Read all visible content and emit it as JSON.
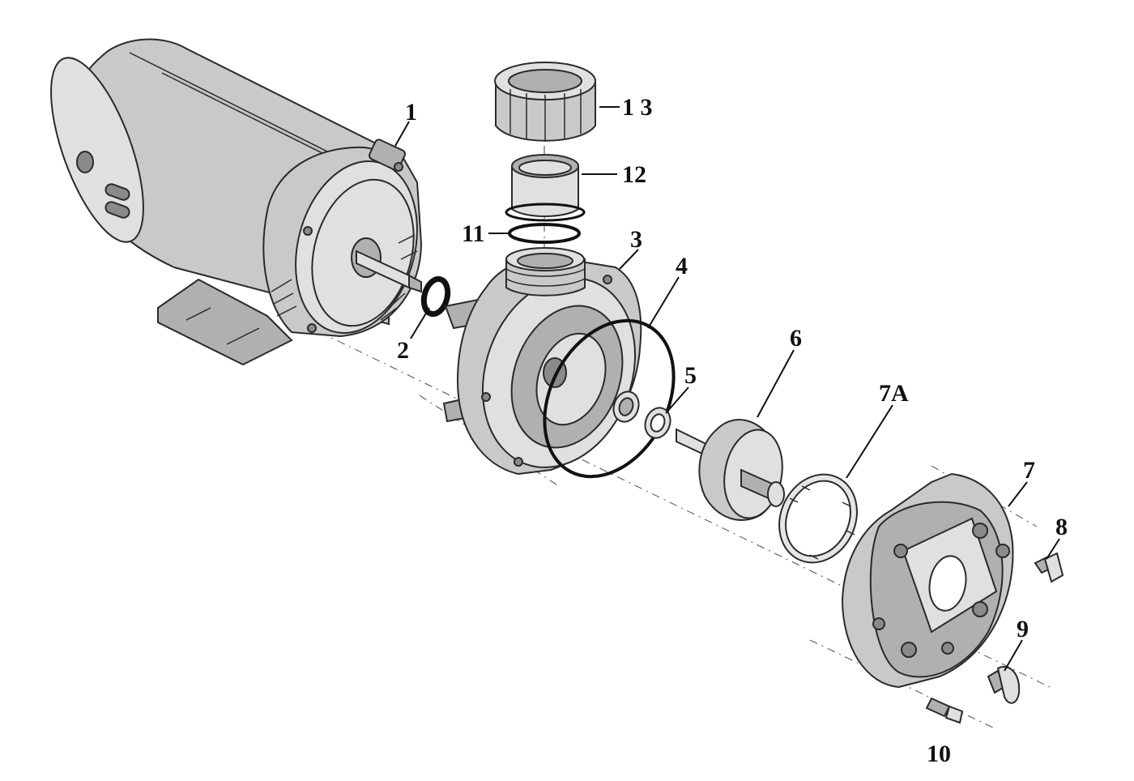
{
  "parts": [
    {
      "id": "motor",
      "label": "1"
    },
    {
      "id": "seal-plate-washer",
      "label": "2"
    },
    {
      "id": "pump-housing",
      "label": "3"
    },
    {
      "id": "o-ring-large",
      "label": "4"
    },
    {
      "id": "shaft-seal",
      "label": "5"
    },
    {
      "id": "impeller",
      "label": "6"
    },
    {
      "id": "back-plate",
      "label": "7"
    },
    {
      "id": "diffuser-ring",
      "label": "7A"
    },
    {
      "id": "drain-plug",
      "label": "8"
    },
    {
      "id": "drain-plug-wing",
      "label": "9"
    },
    {
      "id": "bolt",
      "label": "10"
    },
    {
      "id": "union-o-ring",
      "label": "11"
    },
    {
      "id": "union-tailpiece",
      "label": "12"
    },
    {
      "id": "union-nut",
      "label": "1 3"
    }
  ]
}
